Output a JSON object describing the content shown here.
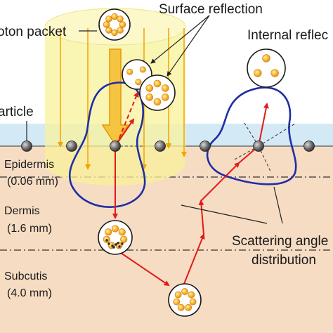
{
  "labels": {
    "photon_packet": "oton packet",
    "surface_reflection": "Surface reflection",
    "internal_reflection": "Internal reflec",
    "particle": "article",
    "epidermis": "Epidermis",
    "epidermis_thickness": "(0.06 mm)",
    "dermis": "Dermis",
    "dermis_thickness": "(1.6 mm)",
    "subcutis": "Subcutis",
    "subcutis_thickness": "(4.0 mm)",
    "scattering_line1": "Scattering angle",
    "scattering_line2": "distribution"
  },
  "colors": {
    "air_layer": "#d3e9f6",
    "tissue": "#f6dcc3",
    "beam": "#f8f29a",
    "beam_edge": "#e7dd65",
    "photon": "#f5a21a",
    "path": "#e21a1a",
    "distribution": "#1f2ea6",
    "particle": "#555555",
    "boundary": "#333333"
  }
}
